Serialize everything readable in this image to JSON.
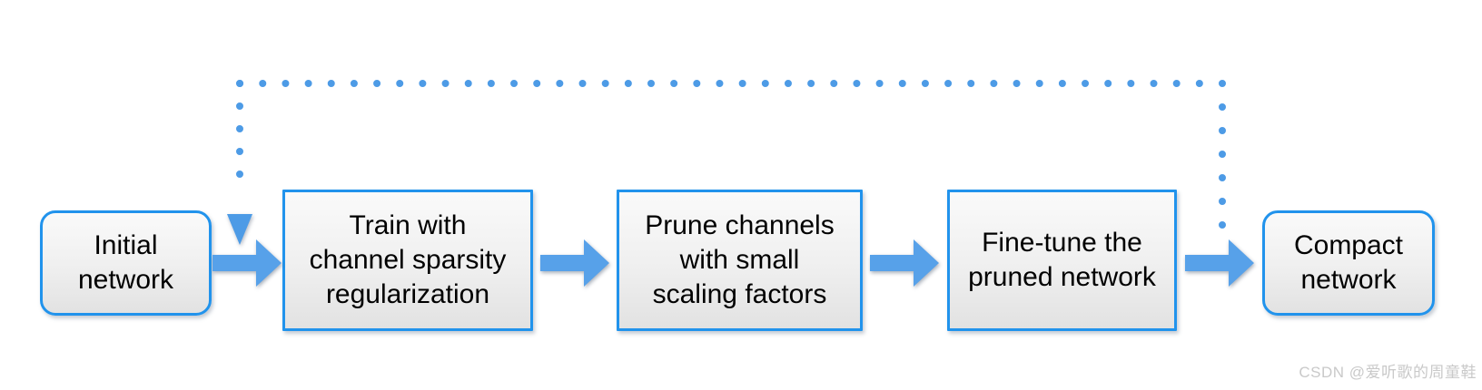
{
  "colors": {
    "arrow_blue": "#57A1E9",
    "dot_blue": "#4D9BE6",
    "box_border": "#2193EC",
    "box_fill_top": "#fafafa",
    "box_fill_bottom": "#e2e2e2",
    "text": "#000000",
    "watermark": "#c9c9c9"
  },
  "flow": {
    "nodes": [
      {
        "id": "initial-network",
        "shape": "rounded",
        "label": "Initial\nnetwork"
      },
      {
        "id": "train-sparsity",
        "shape": "rect",
        "label": "Train with\nchannel sparsity\nregularization"
      },
      {
        "id": "prune-channels",
        "shape": "rect",
        "label": "Prune channels\nwith small\nscaling factors"
      },
      {
        "id": "fine-tune",
        "shape": "rect",
        "label": "Fine-tune the\npruned network"
      },
      {
        "id": "compact-network",
        "shape": "rounded",
        "label": "Compact\nnetwork"
      }
    ],
    "connections": [
      {
        "from": "initial-network",
        "to": "train-sparsity",
        "style": "solid-block-arrow"
      },
      {
        "from": "train-sparsity",
        "to": "prune-channels",
        "style": "solid-block-arrow"
      },
      {
        "from": "prune-channels",
        "to": "fine-tune",
        "style": "solid-block-arrow"
      },
      {
        "from": "fine-tune",
        "to": "compact-network",
        "style": "solid-block-arrow"
      },
      {
        "from": "compact-network",
        "to": "train-sparsity",
        "style": "dotted-feedback-loop"
      }
    ]
  },
  "watermark": {
    "text": "CSDN @爱听歌的周童鞋"
  }
}
